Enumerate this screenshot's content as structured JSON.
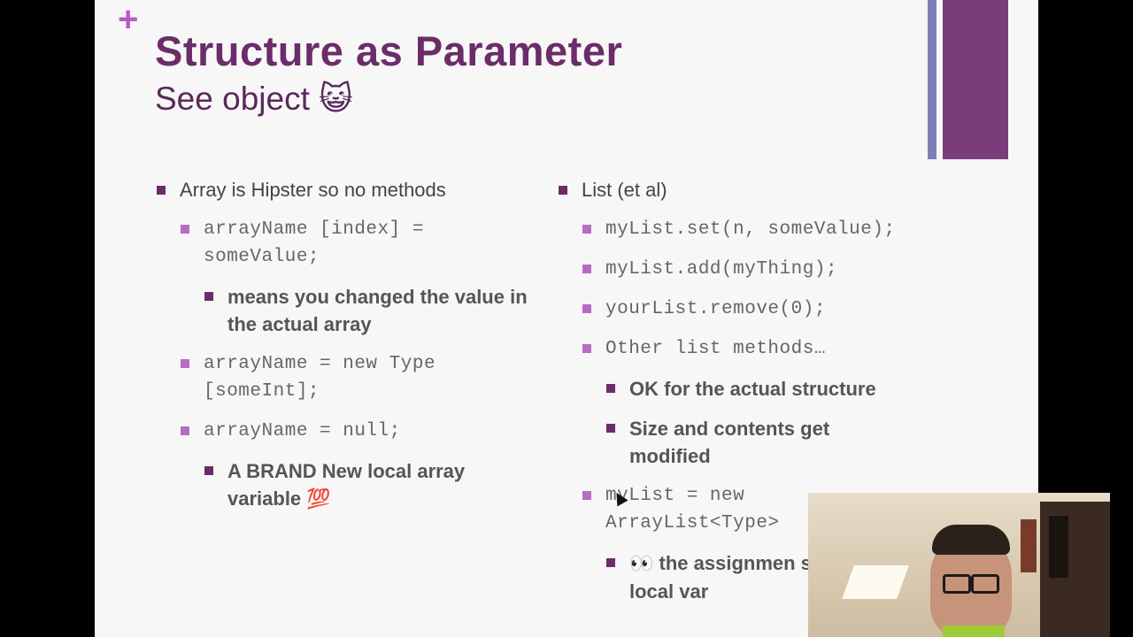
{
  "slide": {
    "plus_symbol": "+",
    "title": "Structure as Parameter",
    "subtitle": "See object",
    "subtitle_emoji": "😺"
  },
  "left_column": {
    "heading": "Array is Hipster so no methods",
    "items": [
      {
        "code": "arrayName [index] = someValue;",
        "sub": "means you changed the value in the actual array"
      },
      {
        "code": "arrayName = new Type [someInt];"
      },
      {
        "code": "arrayName = null;",
        "sub": "A BRAND New local array variable",
        "sub_emoji": "💯"
      }
    ]
  },
  "right_column": {
    "heading": "List (et al)",
    "items": [
      {
        "code": "myList.set(n, someValue);"
      },
      {
        "code": "myList.add(myThing);"
      },
      {
        "code": "yourList.remove(0);"
      },
      {
        "code": "Other list methods…",
        "subs": [
          "OK for the actual structure",
          "Size and contents get modified"
        ]
      },
      {
        "code": "myList = new ArrayList<Type>",
        "sub_emoji": "👀",
        "sub": "the assignmen so a new local var"
      }
    ]
  },
  "colors": {
    "title": "#6b2d6a",
    "accent_bullet": "#b56cc3",
    "deco_bar": "#7a3d7c",
    "deco_thin_bar": "#7f7fb8"
  }
}
